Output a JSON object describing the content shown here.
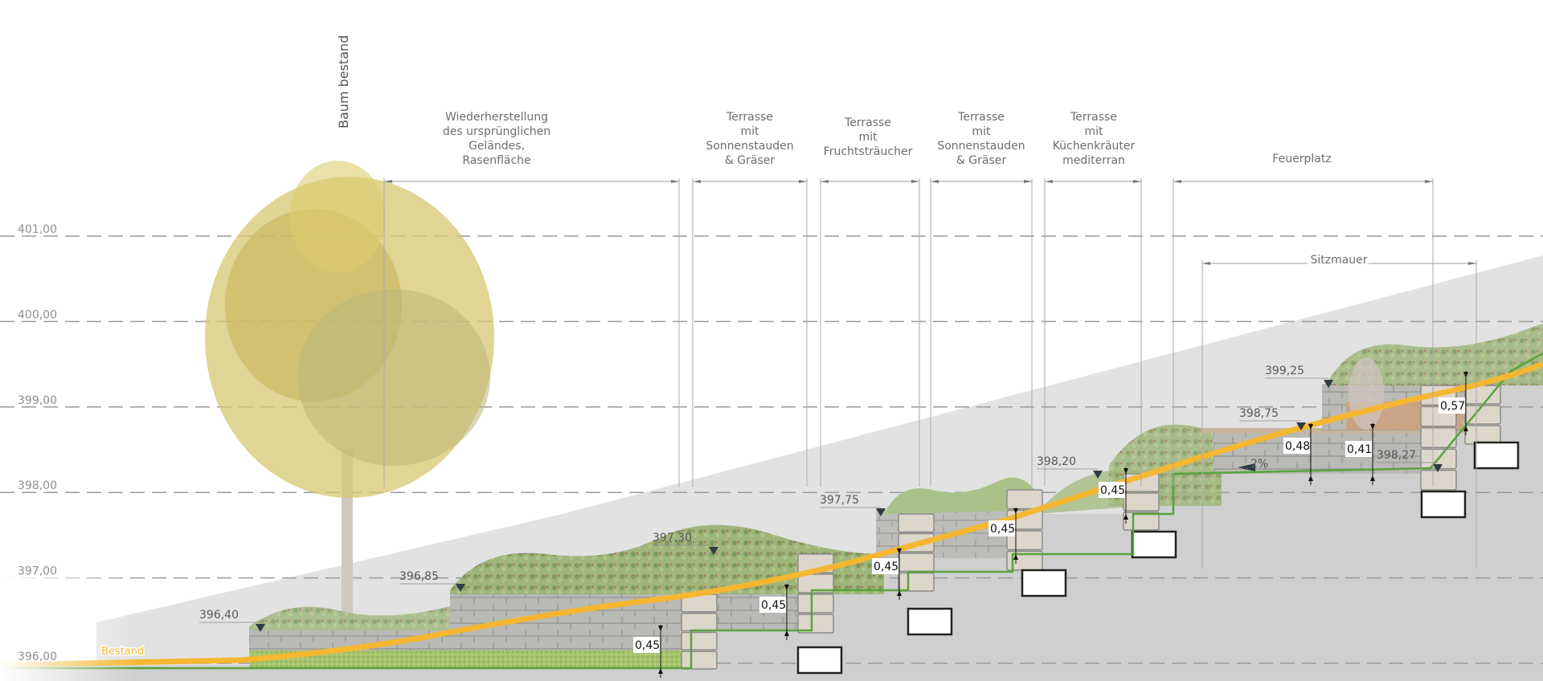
{
  "title_vertical": "Baum bestand",
  "levels": [
    {
      "value": 401.0,
      "label": "401,00"
    },
    {
      "value": 400.0,
      "label": "400,00"
    },
    {
      "value": 399.0,
      "label": "399,00"
    },
    {
      "value": 398.0,
      "label": "398,00"
    },
    {
      "value": 397.0,
      "label": "397,00"
    },
    {
      "value": 396.0,
      "label": "396,00"
    }
  ],
  "zones": [
    {
      "id": "rasen",
      "lines": [
        "Wiederherstellung",
        "des ursprünglichen",
        "Geländes,",
        "Rasenfläche"
      ]
    },
    {
      "id": "terrasse-1",
      "lines": [
        "Terrasse",
        "mit",
        "Sonnenstauden",
        "& Gräser"
      ]
    },
    {
      "id": "terrasse-2",
      "lines": [
        "Terrasse",
        "mit",
        "Fruchtsträucher"
      ]
    },
    {
      "id": "terrasse-3",
      "lines": [
        "Terrasse",
        "mit",
        "Sonnenstauden",
        "& Gräser"
      ]
    },
    {
      "id": "terrasse-4",
      "lines": [
        "Terrasse",
        "mit",
        "Küchenkräuter",
        "mediterran"
      ]
    },
    {
      "id": "feuerplatz",
      "lines": [
        "Feuerplatz"
      ]
    },
    {
      "id": "sitzmauer",
      "lines": [
        "Sitzmauer"
      ]
    }
  ],
  "spot_heights": [
    {
      "label": "396,40",
      "value": 396.4
    },
    {
      "label": "396,85",
      "value": 396.85
    },
    {
      "label": "397,30",
      "value": 397.3
    },
    {
      "label": "397,75",
      "value": 397.75
    },
    {
      "label": "398,20",
      "value": 398.2
    },
    {
      "label": "398,75",
      "value": 398.75
    },
    {
      "label": "399,25",
      "value": 399.25
    },
    {
      "label": "398,27",
      "value": 398.27
    }
  ],
  "step_heights": [
    {
      "label": "0,45",
      "value": 0.45
    },
    {
      "label": "0,45",
      "value": 0.45
    },
    {
      "label": "0,45",
      "value": 0.45
    },
    {
      "label": "0,45",
      "value": 0.45
    },
    {
      "label": "0,45",
      "value": 0.45
    },
    {
      "label": "0,48",
      "value": 0.48
    },
    {
      "label": "0,41",
      "value": 0.41
    },
    {
      "label": "0,57",
      "value": 0.57
    }
  ],
  "slope": {
    "label": "2%",
    "value": 2
  },
  "existing_terrain_label": "Bestand",
  "colors": {
    "existing_terrain": "#f5b731",
    "new_terrain": "#5aa33c",
    "level_line": "#9a9a9a",
    "sky_fill": "#e2e2e2",
    "ground_fill": "#cfcfcf",
    "wall_stone": "#b8b8b4",
    "step_stone": "#ddd6cb",
    "planting": "#9bb56a",
    "tree_foliage": "#c9b45a"
  }
}
